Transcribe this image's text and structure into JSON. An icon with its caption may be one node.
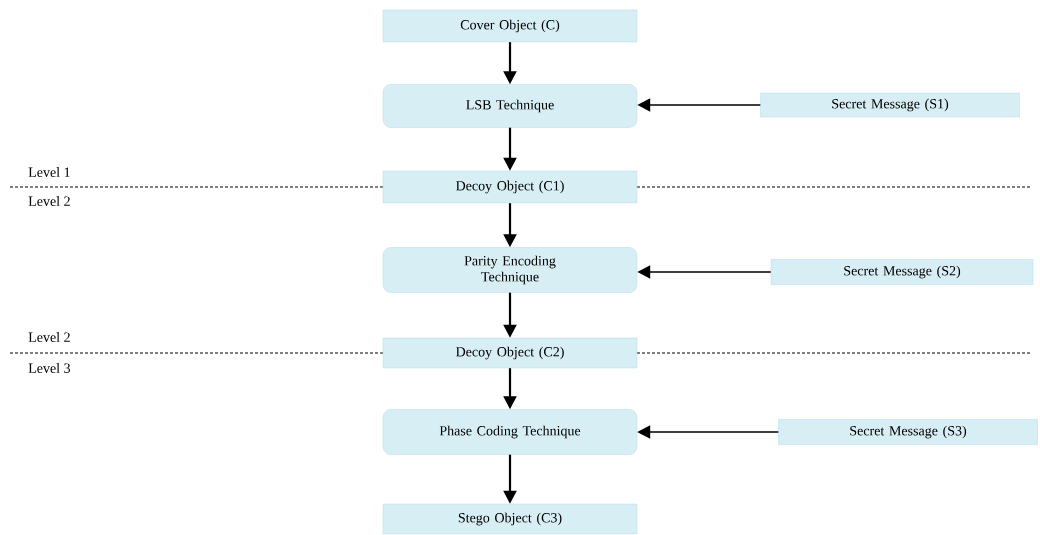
{
  "diagram": {
    "nodes": [
      {
        "text": [
          "Cover Object (C)"
        ]
      },
      {
        "text": [
          "LSB Technique"
        ]
      },
      {
        "text": [
          "Secret Message (S1)"
        ]
      },
      {
        "text": [
          "Decoy Object (C1)"
        ]
      },
      {
        "text": [
          "Parity Encoding Technique"
        ]
      },
      {
        "text": [
          "Secret Message (S2)"
        ]
      },
      {
        "text": [
          "Decoy Object (C2)"
        ]
      },
      {
        "text": [
          "Phase Coding Technique"
        ]
      },
      {
        "text": [
          "Secret Message (S3)"
        ]
      },
      {
        "text": [
          "Stego Object (C3)"
        ]
      }
    ],
    "edges": [
      {
        "from": 0,
        "to": 1,
        "arrow": "to"
      },
      {
        "from": 2,
        "to": 1,
        "arrow": "to"
      },
      {
        "from": 1,
        "to": 3,
        "arrow": "to"
      },
      {
        "from": 3,
        "to": 4,
        "arrow": "to"
      },
      {
        "from": 5,
        "to": 4,
        "arrow": "to"
      },
      {
        "from": 4,
        "to": 6,
        "arrow": "to"
      },
      {
        "from": 6,
        "to": 7,
        "arrow": "to"
      },
      {
        "from": 8,
        "to": 7,
        "arrow": "to"
      },
      {
        "from": 7,
        "to": 9,
        "arrow": "to"
      }
    ],
    "labels": [
      "Level 1",
      "Level 2",
      "Level 2",
      "Level 3"
    ]
  }
}
